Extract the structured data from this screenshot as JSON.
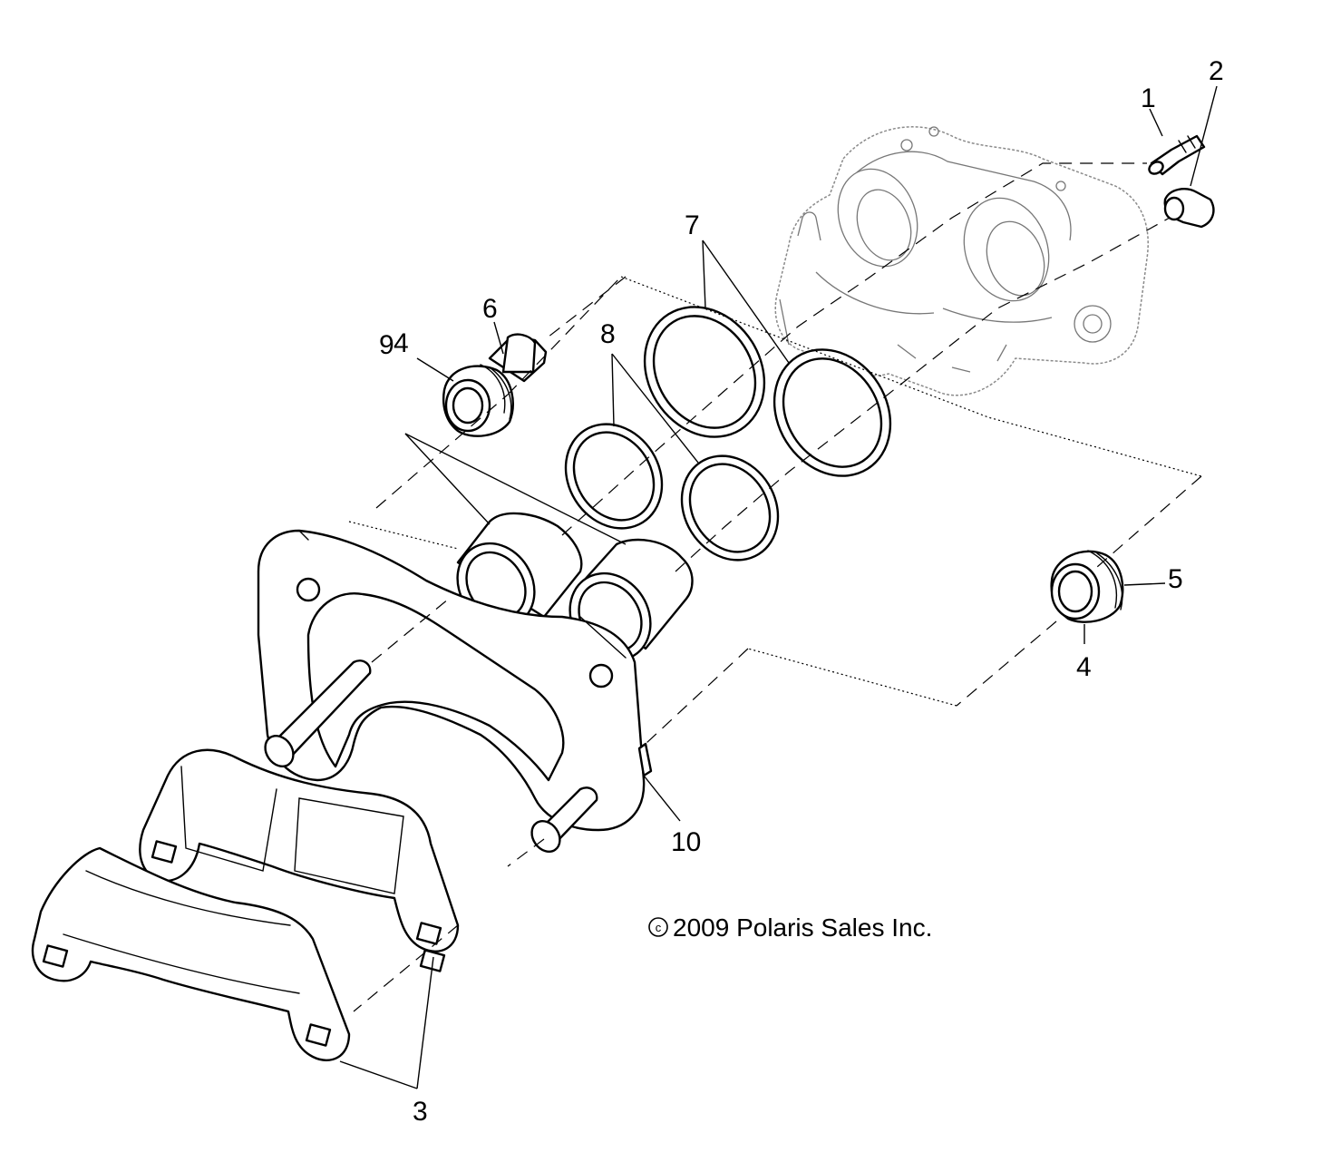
{
  "callouts": {
    "c1": "1",
    "c2": "2",
    "c3": "3",
    "c4a": "4",
    "c4b": "4",
    "c5": "5",
    "c6": "6",
    "c7": "7",
    "c8": "8",
    "c9": "9",
    "c10": "10"
  },
  "copyright": {
    "symbol": "c",
    "text": "2009 Polaris Sales Inc."
  }
}
